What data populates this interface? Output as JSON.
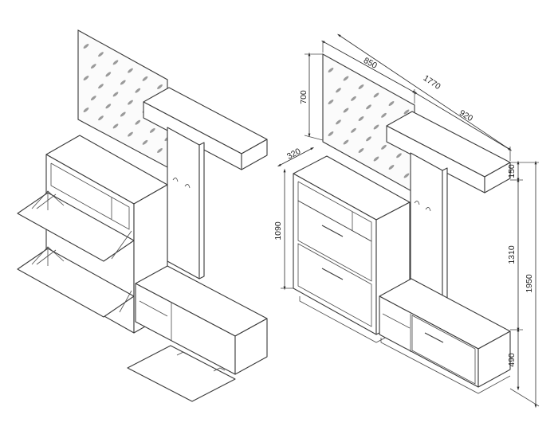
{
  "dimensions": {
    "mirror_height": "700",
    "mirror_width": "850",
    "total_width": "1770",
    "shelf_width": "920",
    "depth": "320",
    "shoe_cabinet_height": "1090",
    "shelf_height": "150",
    "hanger_height": "1310",
    "total_height": "1950",
    "bench_height": "490"
  },
  "colors": {
    "line": "#3a3a3a",
    "background": "#ffffff",
    "pattern": "#9a9a9a"
  },
  "icons": [
    "mirror-pattern",
    "coat-hook",
    "handle",
    "hinge"
  ]
}
